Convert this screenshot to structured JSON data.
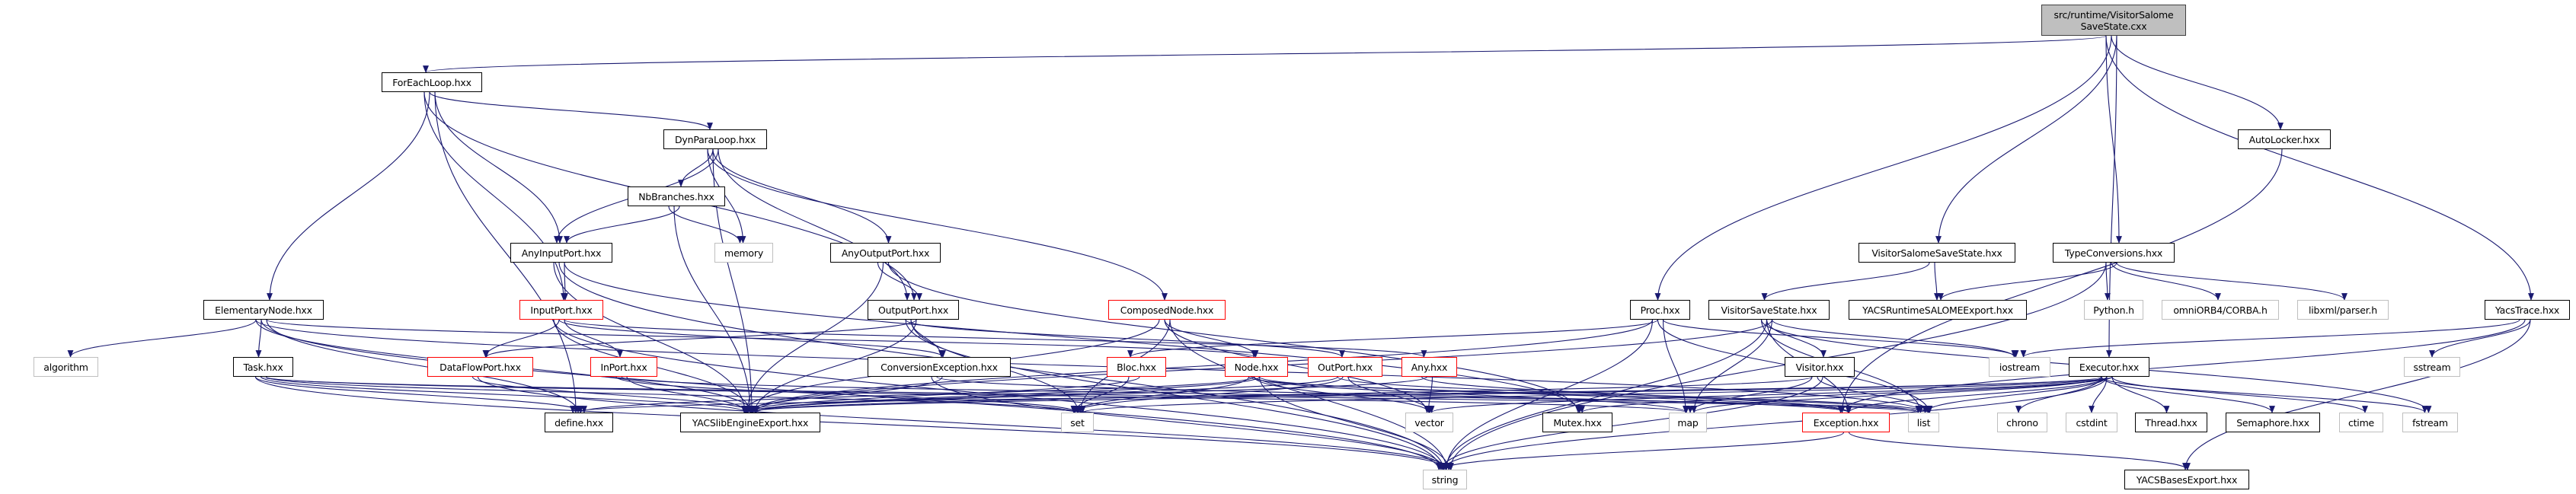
{
  "title": "Include dependency graph for VisitorSalomeSaveState.cxx",
  "colors": {
    "edge": "#191970",
    "red_border": "#ff0000",
    "sys_border": "#bfbfbf",
    "root_fill": "#bfbfbf"
  },
  "nodes": {
    "root": {
      "label": "src/runtime/VisitorSalome\nSaveState.cxx",
      "kind": "root"
    },
    "ForEachLoop": {
      "label": "ForEachLoop.hxx",
      "kind": "doc"
    },
    "DynParaLoop": {
      "label": "DynParaLoop.hxx",
      "kind": "doc"
    },
    "NbBranches": {
      "label": "NbBranches.hxx",
      "kind": "doc"
    },
    "AnyInputPort": {
      "label": "AnyInputPort.hxx",
      "kind": "doc"
    },
    "memory": {
      "label": "memory",
      "kind": "sys"
    },
    "AnyOutputPort": {
      "label": "AnyOutputPort.hxx",
      "kind": "doc"
    },
    "ElementaryNode": {
      "label": "ElementaryNode.hxx",
      "kind": "doc"
    },
    "InputPort": {
      "label": "InputPort.hxx",
      "kind": "red"
    },
    "OutputPort": {
      "label": "OutputPort.hxx",
      "kind": "doc"
    },
    "ComposedNode": {
      "label": "ComposedNode.hxx",
      "kind": "red"
    },
    "Proc": {
      "label": "Proc.hxx",
      "kind": "doc"
    },
    "VisitorSaveState": {
      "label": "VisitorSaveState.hxx",
      "kind": "doc"
    },
    "YACSRuntimeSALOMEExport": {
      "label": "YACSRuntimeSALOMEExport.hxx",
      "kind": "doc"
    },
    "PythonH": {
      "label": "Python.h",
      "kind": "sys"
    },
    "CORBA": {
      "label": "omniORB4/CORBA.h",
      "kind": "sys"
    },
    "libxml": {
      "label": "libxml/parser.h",
      "kind": "sys"
    },
    "YacsTrace": {
      "label": "YacsTrace.hxx",
      "kind": "doc"
    },
    "VisitorSalomeSaveState": {
      "label": "VisitorSalomeSaveState.hxx",
      "kind": "doc"
    },
    "TypeConversions": {
      "label": "TypeConversions.hxx",
      "kind": "doc"
    },
    "AutoLocker": {
      "label": "AutoLocker.hxx",
      "kind": "doc"
    },
    "algorithm": {
      "label": "algorithm",
      "kind": "sys"
    },
    "Task": {
      "label": "Task.hxx",
      "kind": "doc"
    },
    "DataFlowPort": {
      "label": "DataFlowPort.hxx",
      "kind": "red"
    },
    "InPort": {
      "label": "InPort.hxx",
      "kind": "red"
    },
    "ConversionException": {
      "label": "ConversionException.hxx",
      "kind": "doc"
    },
    "Bloc": {
      "label": "Bloc.hxx",
      "kind": "red"
    },
    "Node": {
      "label": "Node.hxx",
      "kind": "red"
    },
    "OutPort": {
      "label": "OutPort.hxx",
      "kind": "red"
    },
    "Any": {
      "label": "Any.hxx",
      "kind": "red"
    },
    "Visitor": {
      "label": "Visitor.hxx",
      "kind": "doc"
    },
    "iostream": {
      "label": "iostream",
      "kind": "sys"
    },
    "Executor": {
      "label": "Executor.hxx",
      "kind": "doc"
    },
    "sstream": {
      "label": "sstream",
      "kind": "sys"
    },
    "define": {
      "label": "define.hxx",
      "kind": "doc"
    },
    "YACSlibEngineExport": {
      "label": "YACSlibEngineExport.hxx",
      "kind": "doc"
    },
    "set": {
      "label": "set",
      "kind": "sys"
    },
    "vector": {
      "label": "vector",
      "kind": "sys"
    },
    "Mutex": {
      "label": "Mutex.hxx",
      "kind": "doc"
    },
    "map": {
      "label": "map",
      "kind": "sys"
    },
    "Exception": {
      "label": "Exception.hxx",
      "kind": "red"
    },
    "list": {
      "label": "list",
      "kind": "sys"
    },
    "chrono": {
      "label": "chrono",
      "kind": "sys"
    },
    "cstdint": {
      "label": "cstdint",
      "kind": "sys"
    },
    "Thread": {
      "label": "Thread.hxx",
      "kind": "doc"
    },
    "Semaphore": {
      "label": "Semaphore.hxx",
      "kind": "doc"
    },
    "ctime": {
      "label": "ctime",
      "kind": "sys"
    },
    "fstream": {
      "label": "fstream",
      "kind": "sys"
    },
    "string": {
      "label": "string",
      "kind": "sys"
    },
    "YACSBasesExport": {
      "label": "YACSBasesExport.hxx",
      "kind": "doc"
    }
  },
  "edges": [
    [
      "root",
      "ForEachLoop"
    ],
    [
      "root",
      "Proc"
    ],
    [
      "root",
      "VisitorSalomeSaveState"
    ],
    [
      "root",
      "TypeConversions"
    ],
    [
      "root",
      "AutoLocker"
    ],
    [
      "root",
      "Executor"
    ],
    [
      "root",
      "YacsTrace"
    ],
    [
      "ForEachLoop",
      "DynParaLoop"
    ],
    [
      "ForEachLoop",
      "AnyInputPort"
    ],
    [
      "ForEachLoop",
      "InputPort"
    ],
    [
      "ForEachLoop",
      "ElementaryNode"
    ],
    [
      "ForEachLoop",
      "define"
    ],
    [
      "ForEachLoop",
      "OutputPort"
    ],
    [
      "DynParaLoop",
      "NbBranches"
    ],
    [
      "DynParaLoop",
      "AnyInputPort"
    ],
    [
      "DynParaLoop",
      "memory"
    ],
    [
      "DynParaLoop",
      "AnyOutputPort"
    ],
    [
      "DynParaLoop",
      "OutputPort"
    ],
    [
      "DynParaLoop",
      "ComposedNode"
    ],
    [
      "DynParaLoop",
      "YACSlibEngineExport"
    ],
    [
      "NbBranches",
      "AnyInputPort"
    ],
    [
      "NbBranches",
      "memory"
    ],
    [
      "NbBranches",
      "YACSlibEngineExport"
    ],
    [
      "AnyInputPort",
      "InputPort"
    ],
    [
      "AnyInputPort",
      "YACSlibEngineExport"
    ],
    [
      "AnyInputPort",
      "string"
    ],
    [
      "AnyInputPort",
      "Mutex"
    ],
    [
      "AnyOutputPort",
      "OutputPort"
    ],
    [
      "AnyOutputPort",
      "YACSlibEngineExport"
    ],
    [
      "AnyOutputPort",
      "Mutex"
    ],
    [
      "ElementaryNode",
      "algorithm"
    ],
    [
      "ElementaryNode",
      "Task"
    ],
    [
      "ElementaryNode",
      "define"
    ],
    [
      "ElementaryNode",
      "YACSlibEngineExport"
    ],
    [
      "ElementaryNode",
      "string"
    ],
    [
      "ElementaryNode",
      "Node"
    ],
    [
      "ElementaryNode",
      "list"
    ],
    [
      "InputPort",
      "DataFlowPort"
    ],
    [
      "InputPort",
      "InPort"
    ],
    [
      "InputPort",
      "YACSlibEngineExport"
    ],
    [
      "InputPort",
      "ConversionException"
    ],
    [
      "InputPort",
      "Any"
    ],
    [
      "InputPort",
      "string"
    ],
    [
      "OutputPort",
      "ConversionException"
    ],
    [
      "OutputPort",
      "DataFlowPort"
    ],
    [
      "OutputPort",
      "OutPort"
    ],
    [
      "OutputPort",
      "set"
    ],
    [
      "OutputPort",
      "YACSlibEngineExport"
    ],
    [
      "OutputPort",
      "string"
    ],
    [
      "ComposedNode",
      "Node"
    ],
    [
      "ComposedNode",
      "set"
    ],
    [
      "ComposedNode",
      "YACSlibEngineExport"
    ],
    [
      "ComposedNode",
      "vector"
    ],
    [
      "ComposedNode",
      "string"
    ],
    [
      "Task",
      "define"
    ],
    [
      "Task",
      "YACSlibEngineExport"
    ],
    [
      "Task",
      "set"
    ],
    [
      "Task",
      "string"
    ],
    [
      "Task",
      "list"
    ],
    [
      "Task",
      "map"
    ],
    [
      "DataFlowPort",
      "YACSlibEngineExport"
    ],
    [
      "DataFlowPort",
      "string"
    ],
    [
      "InPort",
      "YACSlibEngineExport"
    ],
    [
      "InPort",
      "set"
    ],
    [
      "InPort",
      "list"
    ],
    [
      "ConversionException",
      "YACSlibEngineExport"
    ],
    [
      "ConversionException",
      "string"
    ],
    [
      "ConversionException",
      "Exception"
    ],
    [
      "Bloc",
      "YACSlibEngineExport"
    ],
    [
      "Bloc",
      "set"
    ],
    [
      "Node",
      "define"
    ],
    [
      "Node",
      "YACSlibEngineExport"
    ],
    [
      "Node",
      "set"
    ],
    [
      "Node",
      "vector"
    ],
    [
      "Node",
      "string"
    ],
    [
      "Node",
      "list"
    ],
    [
      "Node",
      "map"
    ],
    [
      "Node",
      "Exception"
    ],
    [
      "OutPort",
      "YACSlibEngineExport"
    ],
    [
      "OutPort",
      "set"
    ],
    [
      "OutPort",
      "vector"
    ],
    [
      "OutPort",
      "list"
    ],
    [
      "Any",
      "YACSlibEngineExport"
    ],
    [
      "Any",
      "vector"
    ],
    [
      "Any",
      "Exception"
    ],
    [
      "Proc",
      "Bloc"
    ],
    [
      "Proc",
      "map"
    ],
    [
      "Proc",
      "string"
    ],
    [
      "Proc",
      "list"
    ],
    [
      "Proc",
      "iostream"
    ],
    [
      "Proc",
      "YACSlibEngineExport"
    ],
    [
      "VisitorSaveState",
      "Visitor"
    ],
    [
      "VisitorSaveState",
      "iostream"
    ],
    [
      "VisitorSaveState",
      "fstream"
    ],
    [
      "VisitorSaveState",
      "Exception"
    ],
    [
      "VisitorSaveState",
      "map"
    ],
    [
      "VisitorSaveState",
      "list"
    ],
    [
      "VisitorSaveState",
      "string"
    ],
    [
      "VisitorSaveState",
      "YACSlibEngineExport"
    ],
    [
      "VisitorSalomeSaveState",
      "VisitorSaveState"
    ],
    [
      "VisitorSalomeSaveState",
      "YACSRuntimeSALOMEExport"
    ],
    [
      "TypeConversions",
      "YACSRuntimeSALOMEExport"
    ],
    [
      "TypeConversions",
      "PythonH"
    ],
    [
      "TypeConversions",
      "CORBA"
    ],
    [
      "TypeConversions",
      "libxml"
    ],
    [
      "TypeConversions",
      "string"
    ],
    [
      "AutoLocker",
      "Exception"
    ],
    [
      "YacsTrace",
      "sstream"
    ],
    [
      "YacsTrace",
      "iostream"
    ],
    [
      "YacsTrace",
      "Exception"
    ],
    [
      "YacsTrace",
      "YACSBasesExport"
    ],
    [
      "Visitor",
      "map"
    ],
    [
      "Visitor",
      "list"
    ],
    [
      "Visitor",
      "string"
    ],
    [
      "Visitor",
      "YACSlibEngineExport"
    ],
    [
      "Executor",
      "Mutex"
    ],
    [
      "Executor",
      "Thread"
    ],
    [
      "Executor",
      "Semaphore"
    ],
    [
      "Executor",
      "Exception"
    ],
    [
      "Executor",
      "define"
    ],
    [
      "Executor",
      "YACSlibEngineExport"
    ],
    [
      "Executor",
      "list"
    ],
    [
      "Executor",
      "set"
    ],
    [
      "Executor",
      "chrono"
    ],
    [
      "Executor",
      "cstdint"
    ],
    [
      "Executor",
      "ctime"
    ],
    [
      "Executor",
      "fstream"
    ],
    [
      "Executor",
      "string"
    ],
    [
      "Executor",
      "vector"
    ],
    [
      "Executor",
      "map"
    ],
    [
      "Exception",
      "string"
    ],
    [
      "Exception",
      "YACSBasesExport"
    ]
  ]
}
